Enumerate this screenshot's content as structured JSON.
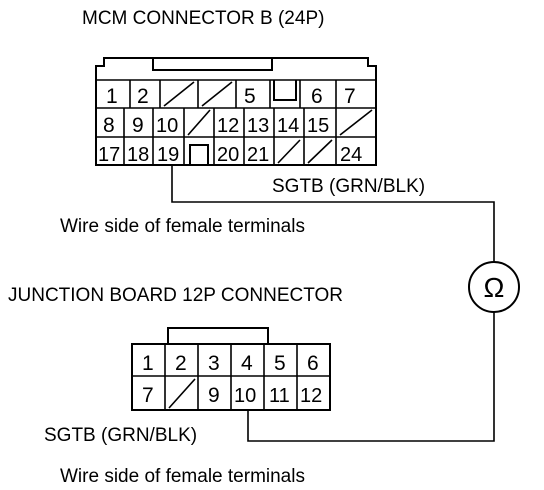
{
  "mcm": {
    "title": "MCM CONNECTOR B (24P)",
    "pins": [
      "1",
      "2",
      "5",
      "6",
      "7",
      "8",
      "9",
      "10",
      "12",
      "13",
      "14",
      "15",
      "17",
      "18",
      "19",
      "20",
      "21",
      "24"
    ],
    "wire_label": "SGTB (GRN/BLK)",
    "caption": "Wire side of female terminals"
  },
  "junction": {
    "title": "JUNCTION BOARD 12P CONNECTOR",
    "pins": [
      "1",
      "2",
      "3",
      "4",
      "5",
      "6",
      "7",
      "9",
      "10",
      "11",
      "12"
    ],
    "wire_label": "SGTB (GRN/BLK)",
    "caption": "Wire side of female terminals"
  },
  "meter": {
    "symbol": "Ω",
    "icon": "ohmmeter-icon"
  }
}
